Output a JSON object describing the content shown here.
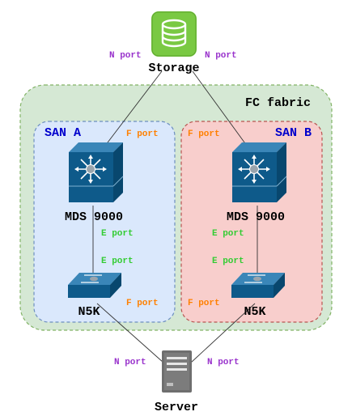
{
  "colors": {
    "storage_green": "#7ac943",
    "device_blue": "#0e5a8a",
    "san_a_fill": "#dae8fc",
    "san_a_stroke": "#6c8ebf",
    "san_b_fill": "#f8cecc",
    "san_b_stroke": "#b85450",
    "fabric_fill": "#d5e8d4",
    "fabric_stroke": "#82b366",
    "n_port": "#9933cc",
    "f_port": "#ff8000",
    "e_port": "#33cc33",
    "san_title": "#0000cc"
  },
  "icons": {
    "storage": "database-icon",
    "mds": "director-switch-icon",
    "n5k": "workgroup-switch-icon",
    "server": "server-icon"
  },
  "fabric": {
    "title": "FC fabric"
  },
  "san_a": {
    "title": "SAN A",
    "f_port_top": "F port",
    "f_port_bottom": "F port"
  },
  "san_b": {
    "title": "SAN B",
    "f_port_top": "F port",
    "f_port_bottom": "F port"
  },
  "storage": {
    "label": "Storage",
    "n_port_left": "N port",
    "n_port_right": "N port"
  },
  "mds_a": {
    "label": "MDS 9000",
    "e_port_top": "E port",
    "e_port_bottom": "E port"
  },
  "mds_b": {
    "label": "MDS 9000",
    "e_port_top": "E port",
    "e_port_bottom": "E port"
  },
  "n5k_a": {
    "label": "N5K"
  },
  "n5k_b": {
    "label": "N5K"
  },
  "server": {
    "label": "Server",
    "n_port_left": "N port",
    "n_port_right": "N port"
  }
}
